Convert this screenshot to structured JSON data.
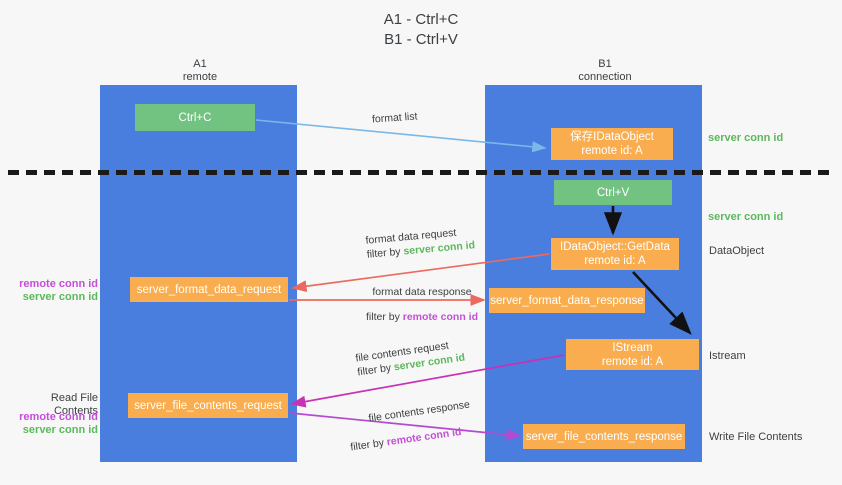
{
  "title": {
    "line1": "A1 - Ctrl+C",
    "line2": "B1 - Ctrl+V"
  },
  "colors": {
    "lane": "#4a7ede",
    "green_box": "#72c282",
    "orange_box": "#f9ad4e",
    "server_conn_id": "#5cb85c",
    "remote_conn_id": "#c250d6",
    "arrow_format_list": "#7ab8e8",
    "arrow_format_data": "#ea6a5e",
    "arrow_file_contents": "#c832b4",
    "arrow_internal": "#1a1a1a",
    "background": "#f7f7f7"
  },
  "columns": [
    {
      "name": "A1",
      "subtitle": "remote"
    },
    {
      "name": "B1",
      "subtitle": "connection"
    }
  ],
  "boxes": {
    "ctrl_c": "Ctrl+C",
    "ctrl_v": "Ctrl+V",
    "save_dataobject_l1": "保存IDataObject",
    "save_dataobject_l2": "remote id: A",
    "getdata_l1": "IDataObject::GetData",
    "getdata_l2": "remote id: A",
    "istream_l1": "IStream",
    "istream_l2": "remote id: A",
    "server_format_data_request": "server_format_data_request",
    "server_format_data_response": "server_format_data_response",
    "server_file_contents_request": "server_file_contents_request",
    "server_file_contents_response": "server_file_contents_response"
  },
  "arrow_labels": {
    "format_list": "format list",
    "format_data_request": "format data request",
    "format_data_request_filter_prefix": "filter by ",
    "format_data_request_filter_value": "server conn id",
    "format_data_response": "format data response",
    "format_data_response_filter_prefix": "filter by ",
    "format_data_response_filter_value": "remote conn id",
    "file_contents_request": "file contents request",
    "file_contents_request_filter_prefix": "filter by ",
    "file_contents_request_filter_value": "server conn id",
    "file_contents_response": "file contents response",
    "file_contents_response_filter_prefix": "filter by ",
    "file_contents_response_filter_value": "remote conn id"
  },
  "annotations": {
    "right": {
      "server_conn_id_top": "server conn id",
      "server_conn_id_second": "server conn id",
      "dataobject": "DataObject",
      "istream": "Istream",
      "write_file_contents": "Write File Contents"
    },
    "left": {
      "remote_conn_id_1": "remote conn id",
      "server_conn_id_1": "server conn id",
      "read_file_contents": "Read File Contents",
      "remote_conn_id_2": "remote conn id",
      "server_conn_id_2": "server conn id"
    }
  }
}
